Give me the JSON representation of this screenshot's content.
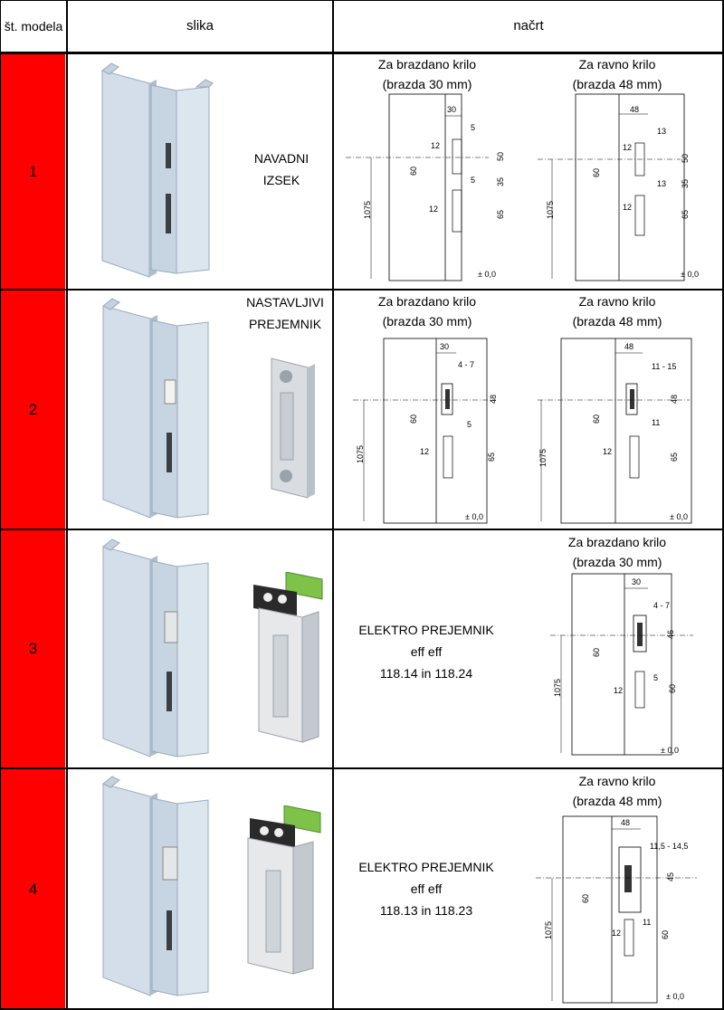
{
  "header": {
    "model_no": "št. modela",
    "image": "slika",
    "sketch": "načrt"
  },
  "rows": [
    {
      "number": "1",
      "label": "NAVADNI IZSEK",
      "sketches": [
        {
          "title1": "Za brazdano krilo",
          "title2": "(brazda 30 mm)",
          "dims": [
            "30",
            "5",
            "12",
            "50",
            "60",
            "35",
            "5",
            "12",
            "65",
            "1075",
            "± 0,0"
          ]
        },
        {
          "title1": "Za ravno krilo",
          "title2": "(brazda 48 mm)",
          "dims": [
            "48",
            "13",
            "12",
            "50",
            "60",
            "35",
            "13",
            "12",
            "65",
            "1075",
            "± 0,0"
          ]
        }
      ]
    },
    {
      "number": "2",
      "label": "NASTAVLJIVI PREJEMNIK",
      "sketches": [
        {
          "title1": "Za brazdano krilo",
          "title2": "(brazda 30 mm)",
          "dims": [
            "30",
            "4 - 7",
            "48",
            "60",
            "5",
            "12",
            "65",
            "1075",
            "± 0,0"
          ]
        },
        {
          "title1": "Za ravno krilo",
          "title2": "(brazda 48 mm)",
          "dims": [
            "48",
            "11 - 15",
            "48",
            "60",
            "11",
            "12",
            "65",
            "1075",
            "± 0,0"
          ]
        }
      ]
    },
    {
      "number": "3",
      "label_line1": "ELEKTRO PREJEMNIK",
      "label_line2": "eff eff",
      "label_line3": "118.14 in 118.24",
      "sketches": [
        {
          "title1": "Za brazdano krilo",
          "title2": "(brazda 30 mm)",
          "dims": [
            "30",
            "4 - 7",
            "46",
            "60",
            "5",
            "12",
            "60",
            "1075",
            "± 0,0"
          ]
        }
      ]
    },
    {
      "number": "4",
      "label_line1": "ELEKTRO PREJEMNIK",
      "label_line2": "eff eff",
      "label_line3": "118.13 in 118.23",
      "sketches": [
        {
          "title1": "Za ravno krilo",
          "title2": "(brazda 48 mm)",
          "dims": [
            "48",
            "11,5 - 14,5",
            "45",
            "60",
            "12",
            "11",
            "60",
            "1075",
            "± 0,0"
          ]
        }
      ]
    }
  ],
  "colors": {
    "accent": "#ff0000",
    "metal": "#c9d6e2"
  }
}
